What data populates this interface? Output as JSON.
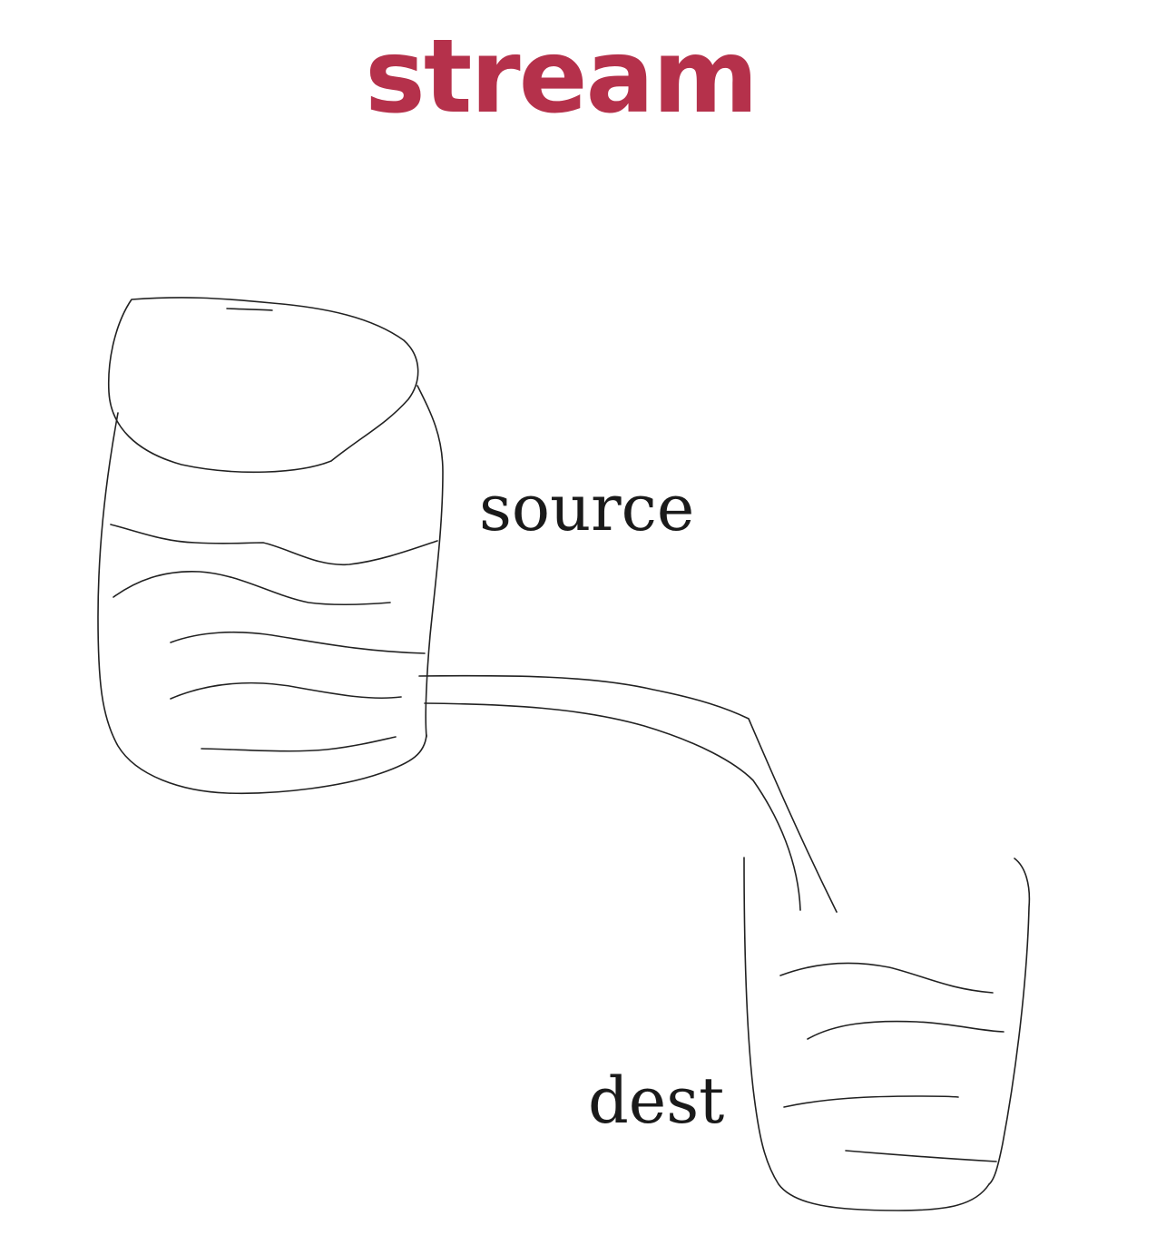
{
  "title": "stream",
  "title_color": "#b5314b",
  "labels": {
    "source": "source",
    "dest": "dest"
  },
  "stroke_color": "#222222"
}
